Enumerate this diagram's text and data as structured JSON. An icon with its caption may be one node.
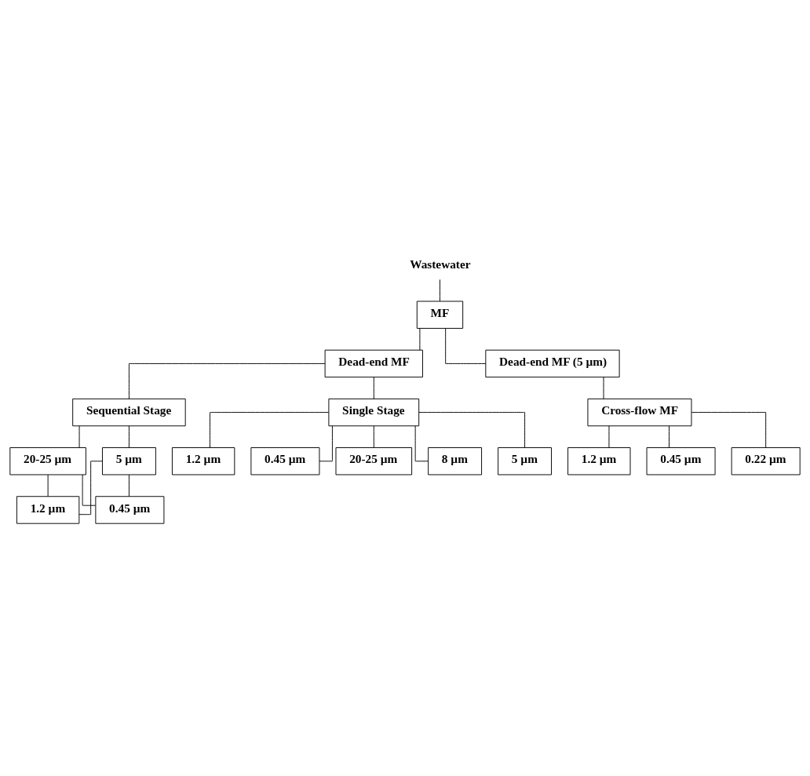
{
  "diagram": {
    "nodes": [
      {
        "text": [
          "Wastewater"
        ]
      },
      {
        "text": [
          "MF"
        ]
      },
      {
        "text": [
          "Dead-end MF"
        ]
      },
      {
        "text": [
          "Dead-end MF (5 µm)"
        ]
      },
      {
        "text": [
          "Single Stage"
        ]
      },
      {
        "text": [
          "Sequential Stage"
        ]
      },
      {
        "text": [
          "Cross-flow MF"
        ]
      },
      {
        "text": [
          "20-25 µm"
        ]
      },
      {
        "text": [
          "20-25 µm"
        ]
      },
      {
        "text": [
          "5 µm"
        ]
      },
      {
        "text": [
          "1.2 µm"
        ]
      },
      {
        "text": [
          "8 µm"
        ]
      },
      {
        "text": [
          "0.45 µm"
        ]
      },
      {
        "text": [
          "1.2 µm"
        ]
      },
      {
        "text": [
          "0.45 µm"
        ]
      },
      {
        "text": [
          "5 µm"
        ]
      },
      {
        "text": [
          "0.22 µm"
        ]
      },
      {
        "text": [
          "1.2 µm"
        ]
      },
      {
        "text": [
          "0.45 µm"
        ]
      }
    ],
    "edges": [
      {
        "from": 0,
        "to": 1,
        "arrow": "none"
      },
      {
        "from": 1,
        "to": 2,
        "arrow": "none"
      },
      {
        "from": 1,
        "to": 3,
        "arrow": "none"
      },
      {
        "from": 2,
        "to": 4,
        "arrow": "none"
      },
      {
        "from": 2,
        "to": 5,
        "arrow": "none"
      },
      {
        "from": 3,
        "to": 6,
        "arrow": "none"
      },
      {
        "from": 4,
        "to": 7,
        "arrow": "none"
      },
      {
        "from": 4,
        "to": 11,
        "arrow": "none"
      },
      {
        "from": 4,
        "to": 15,
        "arrow": "none"
      },
      {
        "from": 4,
        "to": 17,
        "arrow": "none"
      },
      {
        "from": 4,
        "to": 18,
        "arrow": "none"
      },
      {
        "from": 5,
        "to": 8,
        "arrow": "none"
      },
      {
        "from": 5,
        "to": 9,
        "arrow": "none"
      },
      {
        "from": 8,
        "to": 13,
        "arrow": "none"
      },
      {
        "from": 8,
        "to": 14,
        "arrow": "none"
      },
      {
        "from": 9,
        "to": 13,
        "arrow": "none"
      },
      {
        "from": 9,
        "to": 14,
        "arrow": "none"
      },
      {
        "from": 6,
        "to": 10,
        "arrow": "none"
      },
      {
        "from": 6,
        "to": 12,
        "arrow": "none"
      },
      {
        "from": 6,
        "to": 16,
        "arrow": "none"
      }
    ]
  }
}
